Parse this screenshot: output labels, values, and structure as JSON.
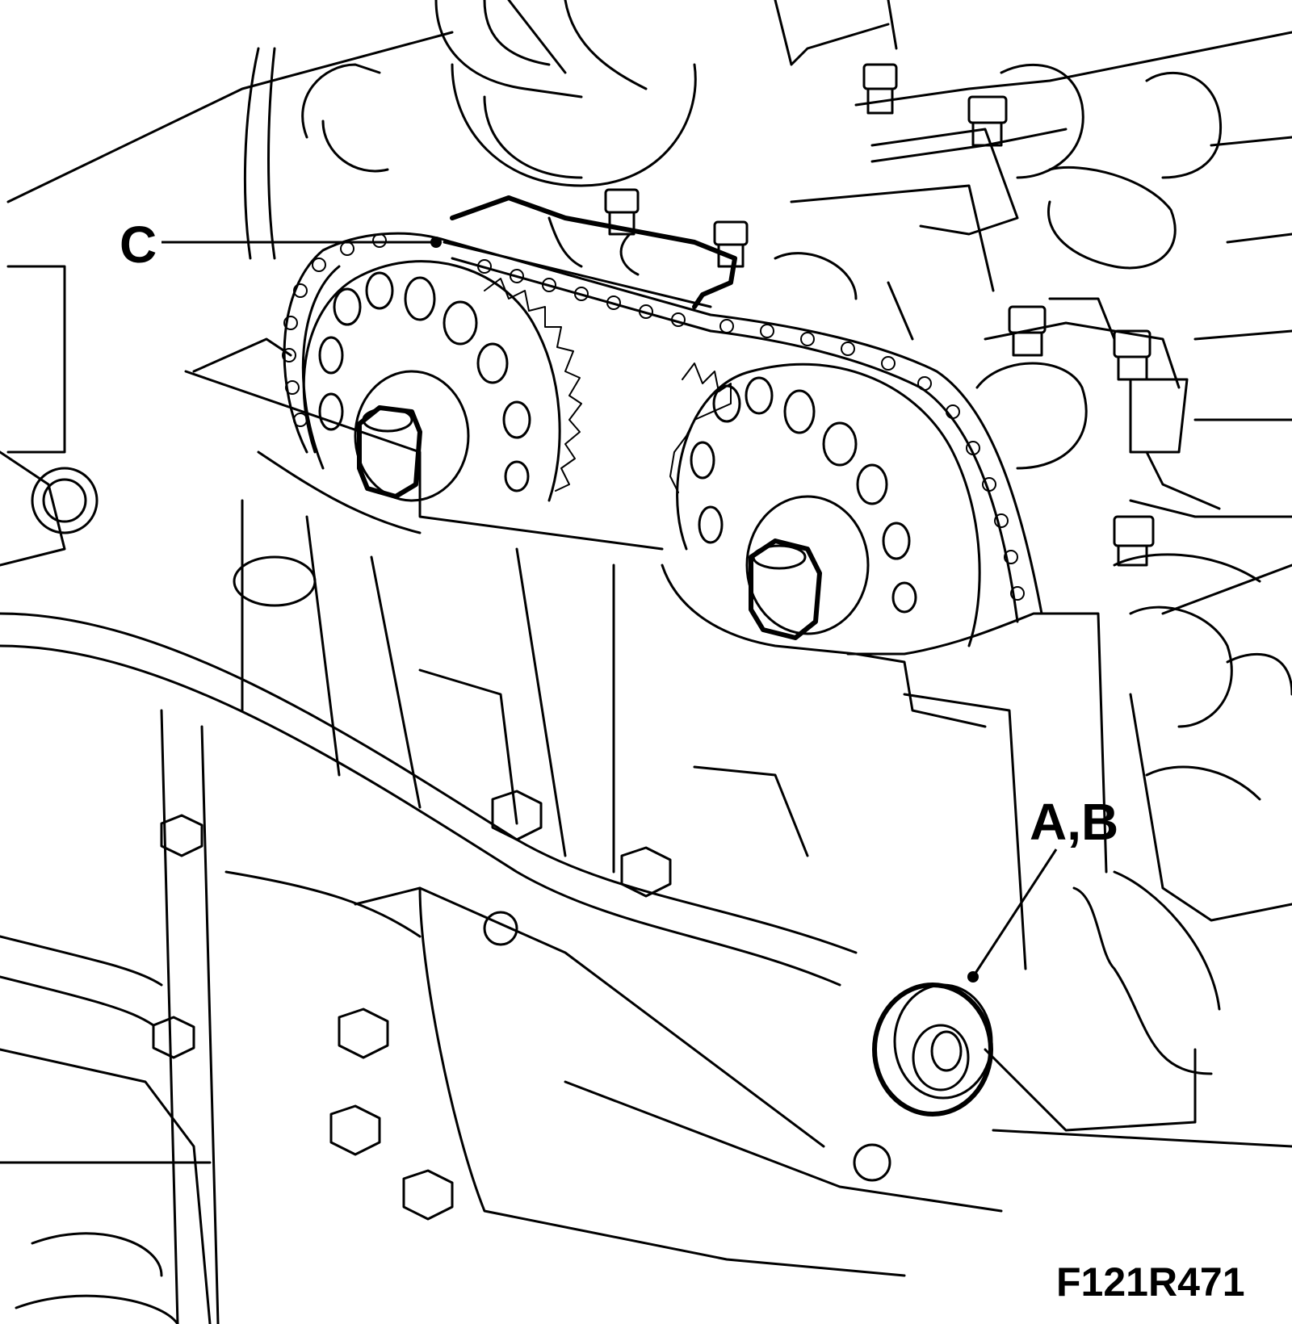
{
  "diagram": {
    "figure_ref": "F121R471",
    "callouts": [
      {
        "id": "c",
        "label": "C"
      },
      {
        "id": "ab",
        "label": "A,B"
      }
    ],
    "colors": {
      "line": "#000000",
      "background": "#ffffff"
    }
  }
}
